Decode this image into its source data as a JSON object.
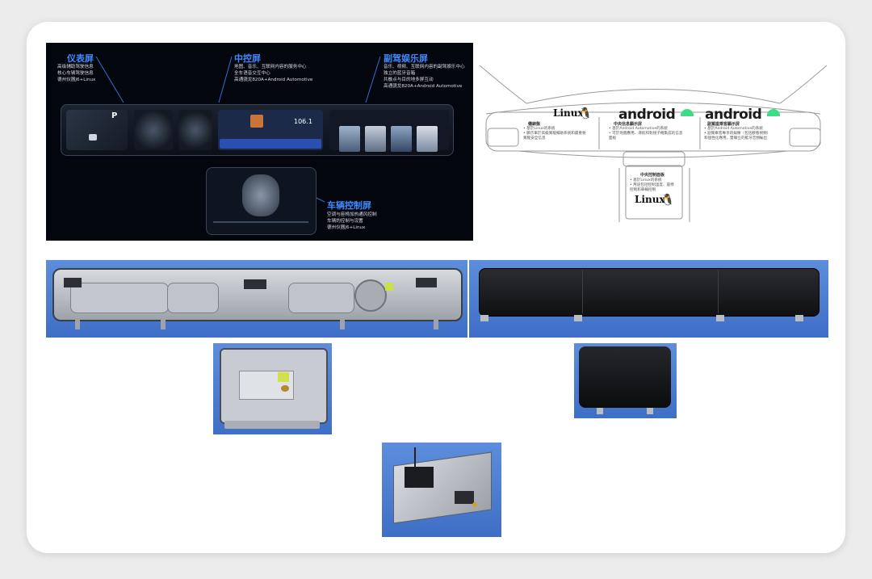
{
  "promo": {
    "cluster": {
      "title": "仪表屏",
      "lines": [
        "高级辅助驾驶信息",
        "核心车辆驾驶信息",
        "德州仪器J6+Linux"
      ]
    },
    "center": {
      "title": "中控屏",
      "lines": [
        "地图、音乐、互联网内容的服务中心",
        "全车语音交互中心",
        "高通骁龙820A+Android Automotive"
      ]
    },
    "passenger": {
      "title": "副驾娱乐屏",
      "lines": [
        "音乐、视频、互联网内容的副驾娱乐中心",
        "独立的蓝牙音箱",
        "共融点与目的地多屏互动",
        "高通骁龙820A+Android Automotive"
      ]
    },
    "vehicle": {
      "title": "车辆控制屏",
      "lines": [
        "空调与座椅加热通风控制",
        "车辆的控制与设置",
        "德州仪器J6+Linux"
      ]
    },
    "screen_readout": "106.1",
    "gear": "P"
  },
  "diagram": {
    "logo_linux": "Linux",
    "logo_android_1": "android",
    "logo_android_2": "android",
    "panel_cluster": {
      "title": "儀錶盤",
      "lines": [
        "•  基於Linux的系統",
        "•  顯示車於高級駕駛輔助系統和最重要",
        "   駕駛安全信息"
      ]
    },
    "panel_center": {
      "title": "中央信息顯示屏",
      "lines": [
        "•  基於Android Automotive的系統",
        "•  可於地圖應用、導航和對接子機集成的信息",
        "   面板"
      ]
    },
    "panel_passenger": {
      "title": "副駕座乘客顯示屏",
      "lines": [
        "•  基於Android Automotive的系統",
        "•  副駕乘客專享的娛樂（包括觀看視頻）",
        "   和個性化應用，雙聯立的藍牙音頻輸出"
      ]
    },
    "panel_control": {
      "title": "中央控制面板",
      "lines": [
        "•  基於Linux的系統",
        "•  用途包括控制溫度、座椅",
        "   控制和車輛控制"
      ]
    },
    "logo_linux_2": "Linux"
  },
  "colors": {
    "accent_blue": "#3d8cff",
    "photo_bg": "#4a7ad0"
  }
}
